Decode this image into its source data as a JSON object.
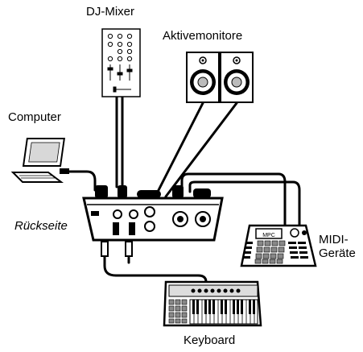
{
  "labels": {
    "dj_mixer": "DJ-Mixer",
    "monitors": "Aktivemonitore",
    "computer": "Computer",
    "rear": "Rückseite",
    "midi_line1": "MIDI-",
    "midi_line2": "Geräte",
    "keyboard": "Keyboard",
    "mpc_badge": "MPC"
  }
}
